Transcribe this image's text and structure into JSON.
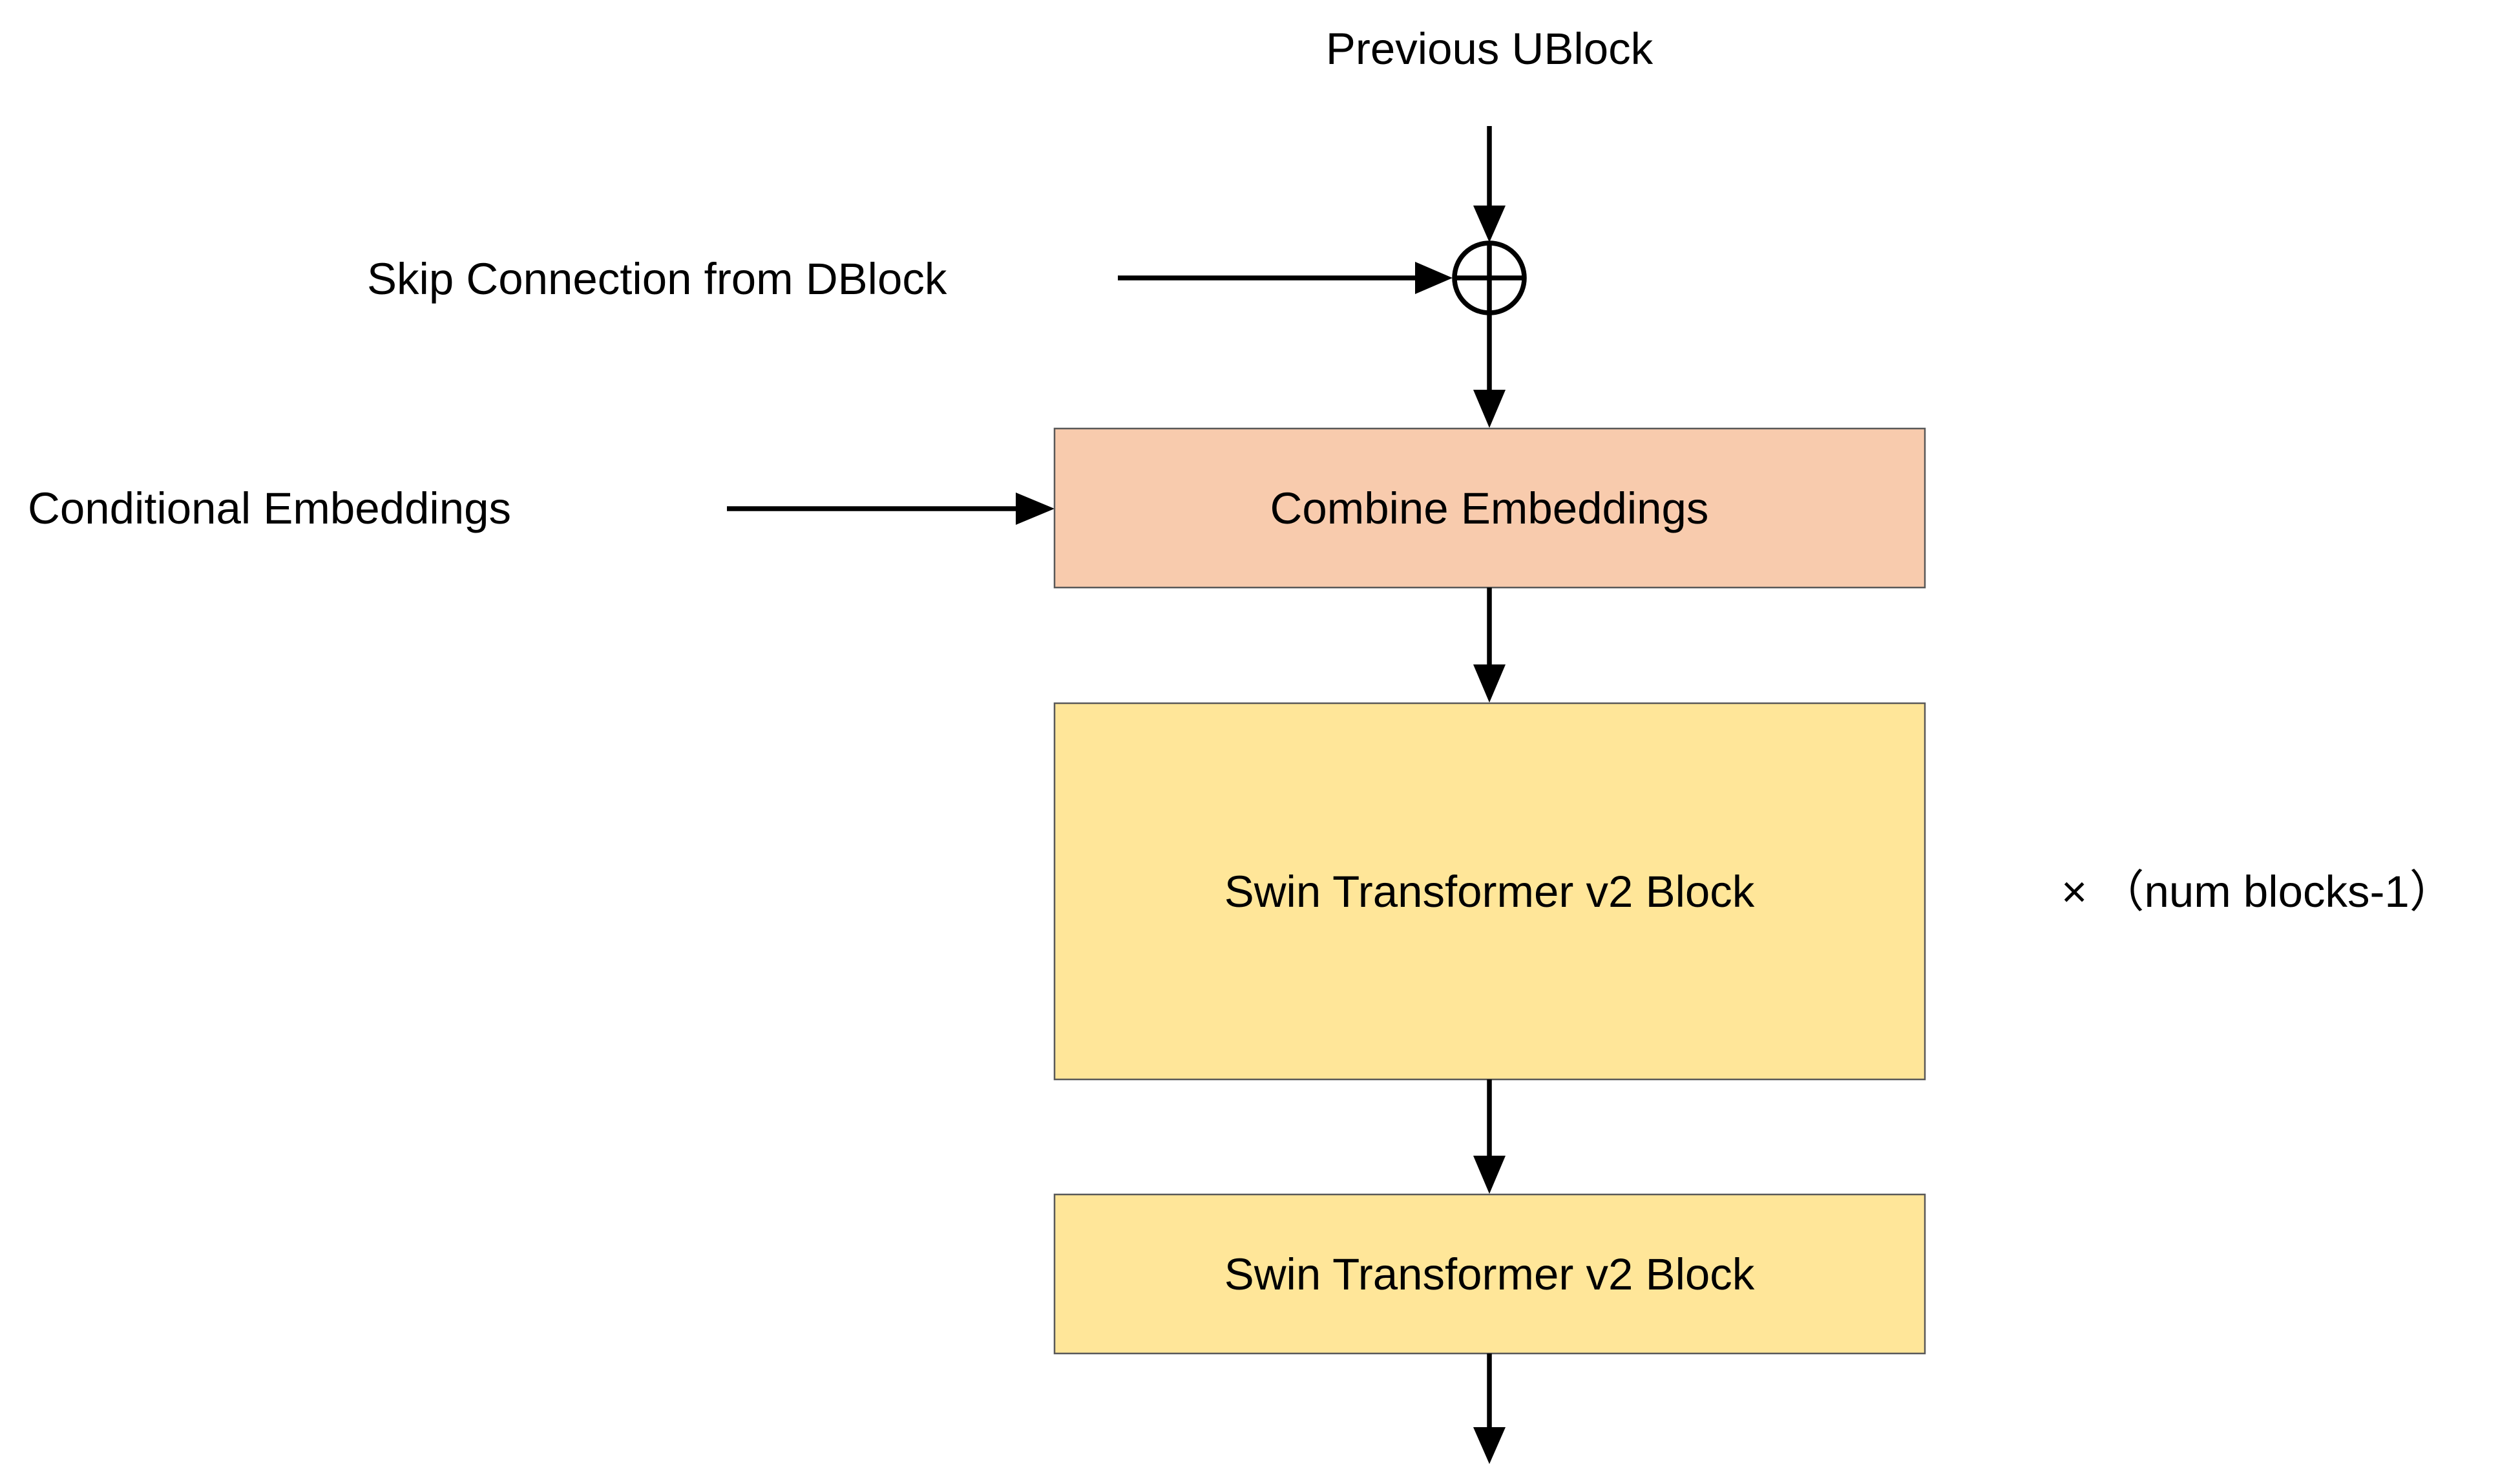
{
  "diagram": {
    "inputs": {
      "previous": "Previous UBlock",
      "skip": "Skip Connection from DBlock",
      "conditional": "Conditional Embeddings"
    },
    "blocks": {
      "combine": "Combine Embeddings",
      "swin_repeated": "Swin Transformer v2 Block",
      "swin_final": "Swin Transformer v2 Block"
    },
    "repeat_note": "× （num blocks-1）"
  },
  "colors": {
    "combine_fill": "#F8CBAD",
    "swin_fill": "#FFE699",
    "line": "#000000",
    "box_border": "#595959"
  },
  "icons": {
    "sum_node": "circled-plus-icon"
  }
}
